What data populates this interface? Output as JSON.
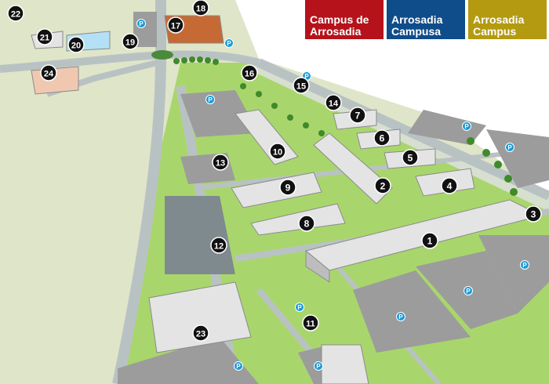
{
  "legend": [
    {
      "line1": "Campus de",
      "line2": "Arrosadia",
      "color": "#b5121b"
    },
    {
      "line1": "Arrosadia",
      "line2": "Campusa",
      "color": "#0f4c8a"
    },
    {
      "line1": "Arrosadia",
      "line2": "Campus",
      "color": "#b39a10"
    }
  ],
  "markers": [
    "1",
    "2",
    "3",
    "4",
    "5",
    "6",
    "7",
    "8",
    "9",
    "10",
    "11",
    "12",
    "13",
    "14",
    "15",
    "16",
    "17",
    "18",
    "19",
    "20",
    "21",
    "22",
    "23",
    "24"
  ],
  "parking_label": "P",
  "parking_count": 12,
  "colors": {
    "grass": "#a9d66c",
    "ground": "#dfe5c8",
    "road": "#b9c2c3",
    "lot": "#9c9c9c",
    "parking_icon": "#1c9ad6",
    "marker": "#111111"
  }
}
